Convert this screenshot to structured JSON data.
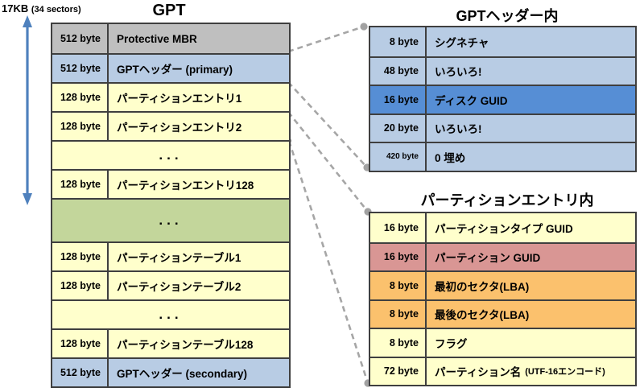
{
  "size_label": {
    "value": "17KB",
    "unit": "(34 sectors)"
  },
  "gpt_table": {
    "title": "GPT",
    "rows": [
      {
        "size": "512 byte",
        "label": "Protective MBR",
        "color": "gray"
      },
      {
        "size": "512 byte",
        "label": "GPTヘッダー (primary)",
        "color": "blue"
      },
      {
        "size": "128 byte",
        "label": "パーティションエントリ1",
        "color": "yellow"
      },
      {
        "size": "128 byte",
        "label": "パーティションエントリ2",
        "color": "yellow"
      },
      {
        "ellipsis": "...",
        "color": "yellow"
      },
      {
        "size": "128 byte",
        "label": "パーティションエントリ128",
        "color": "yellow"
      },
      {
        "ellipsis": "...",
        "color": "green"
      },
      {
        "size": "128 byte",
        "label": "パーティションテーブル1",
        "color": "yellow"
      },
      {
        "size": "128 byte",
        "label": "パーティションテーブル2",
        "color": "yellow"
      },
      {
        "ellipsis": "...",
        "color": "yellow"
      },
      {
        "size": "128 byte",
        "label": "パーティションテーブル128",
        "color": "yellow"
      },
      {
        "size": "512 byte",
        "label": "GPTヘッダー (secondary)",
        "color": "blue"
      }
    ]
  },
  "header_table": {
    "title": "GPTヘッダー内",
    "rows": [
      {
        "size": "8 byte",
        "label": "シグネチャ",
        "color": "blue"
      },
      {
        "size": "48 byte",
        "label": "いろいろ!",
        "color": "blue"
      },
      {
        "size": "16 byte",
        "label": "ディスク GUID",
        "color": "dkblue"
      },
      {
        "size": "20 byte",
        "label": "いろいろ!",
        "color": "blue"
      },
      {
        "size": "420 byte",
        "label": "0 埋め",
        "color": "blue"
      }
    ]
  },
  "entry_table": {
    "title": "パーティションエントリ内",
    "rows": [
      {
        "size": "16 byte",
        "label": "パーティションタイプ GUID",
        "color": "yellow"
      },
      {
        "size": "16 byte",
        "label": "パーティション GUID",
        "color": "pink"
      },
      {
        "size": "8 byte",
        "label": "最初のセクタ(LBA)",
        "color": "amber"
      },
      {
        "size": "8 byte",
        "label": "最後のセクタ(LBA)",
        "color": "amber"
      },
      {
        "size": "8 byte",
        "label": "フラグ",
        "color": "yellow"
      },
      {
        "size": "72 byte",
        "label": "パーティション名",
        "label_suffix": "(UTF-16エンコード)",
        "color": "yellow"
      }
    ]
  },
  "colors": {
    "arrow_blue": "#4f81bd",
    "connector_gray": "#a6a6a6",
    "border_dark": "#3f3f3f",
    "fill_gray": "#bfbfbf",
    "fill_light_blue": "#b8cce4",
    "fill_yellow": "#ffffcc",
    "fill_green": "#c3d69b",
    "fill_dark_blue": "#568ed5",
    "fill_pink": "#d99694",
    "fill_amber": "#fbc16d"
  }
}
